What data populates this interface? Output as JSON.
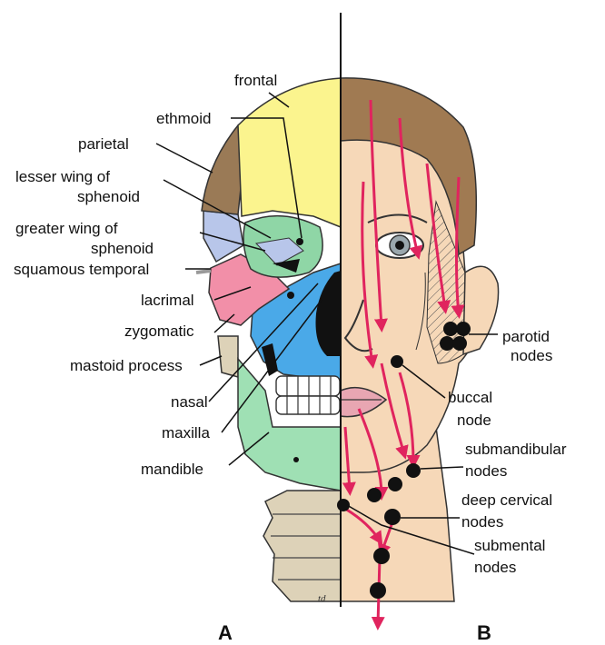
{
  "skull_labels": {
    "frontal": "frontal",
    "ethmoid": "ethmoid",
    "parietal": "parietal",
    "lesser_wing": [
      "lesser wing of",
      "sphenoid"
    ],
    "greater_wing": [
      "greater wing of",
      "sphenoid"
    ],
    "squamous_temporal": "squamous temporal",
    "lacrimal": "lacrimal",
    "zygomatic": "zygomatic",
    "mastoid_process": "mastoid process",
    "nasal": "nasal",
    "maxilla": "maxilla",
    "mandible": "mandible"
  },
  "node_labels": {
    "parotid": [
      "parotid",
      "nodes"
    ],
    "buccal": [
      "buccal",
      "node"
    ],
    "submandibular": [
      "submandibular",
      "nodes"
    ],
    "deep_cervical": [
      "deep cervical",
      "nodes"
    ],
    "submental": [
      "submental",
      "nodes"
    ]
  },
  "panels": {
    "a": "A",
    "b": "B"
  },
  "artist_mark": "td",
  "colors": {
    "frontal": "#fbf48e",
    "parietal_hair": "#9a7a56",
    "ethmoid_orbit": "#8fd6a6",
    "sphenoid": "#b8c6ea",
    "temporal_zygomatic": "#f28fa8",
    "maxilla_nasal": "#4aa9e8",
    "mandible": "#9fe0b4",
    "vertebrae": "#ddd2b8",
    "skin": "#f6d8b8",
    "hair": "#a07a52",
    "lymph_arrow": "#e0245e",
    "node": "#111111"
  }
}
